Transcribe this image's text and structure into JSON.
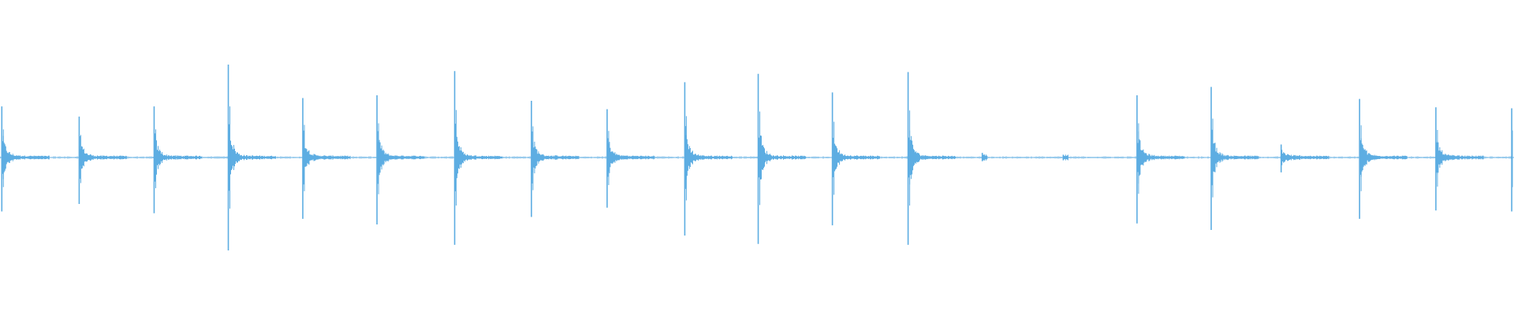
{
  "waveform": {
    "color": "#5dade2",
    "baseline_color": "#5dade2",
    "amplitude_range": [
      -1,
      1
    ],
    "duration_fraction_range": [
      0,
      1
    ],
    "transients": [
      {
        "t": 0.0012,
        "up": 0.55,
        "down": 0.58
      },
      {
        "t": 0.0523,
        "up": 0.44,
        "down": 0.5
      },
      {
        "t": 0.1018,
        "up": 0.55,
        "down": 0.6
      },
      {
        "t": 0.1508,
        "up": 1.0,
        "down": 1.0
      },
      {
        "t": 0.2,
        "up": 0.64,
        "down": 0.66
      },
      {
        "t": 0.249,
        "up": 0.67,
        "down": 0.72
      },
      {
        "t": 0.3003,
        "up": 0.93,
        "down": 0.94
      },
      {
        "t": 0.351,
        "up": 0.61,
        "down": 0.64
      },
      {
        "t": 0.401,
        "up": 0.52,
        "down": 0.54
      },
      {
        "t": 0.4523,
        "up": 0.81,
        "down": 0.84
      },
      {
        "t": 0.5008,
        "up": 0.9,
        "down": 0.93
      },
      {
        "t": 0.5498,
        "up": 0.7,
        "down": 0.73
      },
      {
        "t": 0.5998,
        "up": 0.92,
        "down": 0.94
      },
      {
        "t": 0.6488,
        "up": 0.05,
        "down": 0.04
      },
      {
        "t": 0.7023,
        "up": 0.03,
        "down": 0.03
      },
      {
        "t": 0.751,
        "up": 0.67,
        "down": 0.71
      },
      {
        "t": 0.8,
        "up": 0.76,
        "down": 0.78
      },
      {
        "t": 0.8462,
        "up": 0.14,
        "down": 0.16
      },
      {
        "t": 0.898,
        "up": 0.63,
        "down": 0.66
      },
      {
        "t": 0.9484,
        "up": 0.54,
        "down": 0.57
      },
      {
        "t": 0.9985,
        "up": 0.53,
        "down": 0.58
      }
    ]
  }
}
